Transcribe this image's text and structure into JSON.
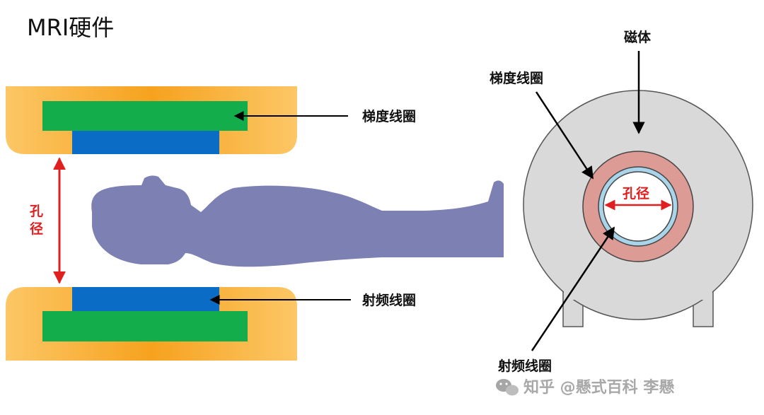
{
  "title": "MRI硬件",
  "side_view": {
    "gradient_coil_label": "梯度线圈",
    "rf_coil_label": "射频线圈",
    "bore_label_line1": "孔",
    "bore_label_line2": "径"
  },
  "front_view": {
    "magnet_label": "磁体",
    "gradient_coil_label": "梯度线圈",
    "rf_coil_label": "射频线圈",
    "bore_label": "孔径"
  },
  "watermark": "知乎 @懸式百科 李懸",
  "colors": {
    "magnet_orange": "#f6a21e",
    "magnet_light": "#fcc766",
    "gradient_green": "#13ad4b",
    "rf_blue": "#0a6cc4",
    "body_purple": "#7d80b3",
    "magnet_gray": "#d9d9d9",
    "gradient_pink": "#dc9b94",
    "rf_light_blue": "#a9d4ea",
    "arrow_red": "#e02020"
  }
}
